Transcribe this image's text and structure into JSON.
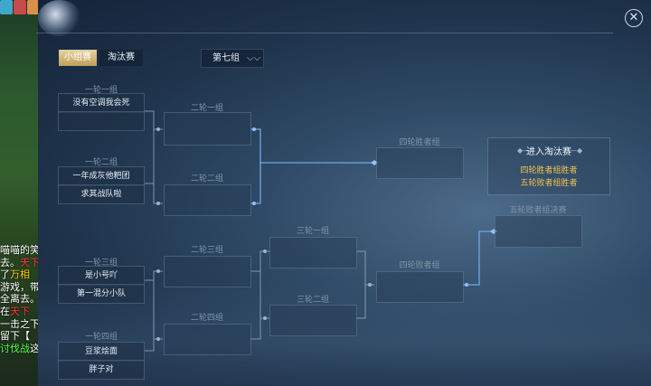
{
  "background_chat": [
    {
      "segments": [
        {
          "text": "喵喵的笑声",
          "c": ""
        }
      ]
    },
    {
      "segments": [
        {
          "text": "去。",
          "c": ""
        },
        {
          "text": "天下",
          "c": "r"
        }
      ]
    },
    {
      "segments": [
        {
          "text": "了",
          "c": ""
        },
        {
          "text": "万相",
          "c": "y"
        }
      ]
    },
    {
      "segments": [
        {
          "text": "游戏，带领",
          "c": ""
        }
      ]
    },
    {
      "segments": [
        {
          "text": "全离去。",
          "c": ""
        }
      ]
    },
    {
      "segments": [
        {
          "text": "在",
          "c": ""
        },
        {
          "text": "天下",
          "c": "r"
        }
      ]
    },
    {
      "segments": [
        {
          "text": "一击之下",
          "c": ""
        }
      ]
    },
    {
      "segments": [
        {
          "text": "留下【",
          "c": ""
        },
        {
          "text": "",
          "c": ""
        }
      ]
    },
    {
      "segments": [
        {
          "text": "讨伐战",
          "c": "g"
        },
        {
          "text": "这场",
          "c": ""
        }
      ]
    }
  ],
  "tabs": [
    {
      "label": "小组赛",
      "active": true
    },
    {
      "label": "淘汰赛",
      "active": false
    }
  ],
  "group_select": {
    "value": "第七组"
  },
  "round1": {
    "groups": [
      {
        "label": "一轮一组",
        "teams": [
          "没有空调我会死",
          ""
        ]
      },
      {
        "label": "一轮二组",
        "teams": [
          "一年成灰他粑团",
          "求其战队啦"
        ]
      },
      {
        "label": "一轮三组",
        "teams": [
          "是小号吖",
          "第一混分小队"
        ]
      },
      {
        "label": "一轮四组",
        "teams": [
          "豆浆烩面",
          "胖子对"
        ]
      }
    ]
  },
  "round2": {
    "labels": [
      "二轮一组",
      "二轮二组",
      "二轮三组",
      "二轮四组"
    ]
  },
  "round3": {
    "labels": [
      "三轮一组",
      "三轮二组"
    ]
  },
  "round4": {
    "winner_label": "四轮胜者组",
    "loser_label": "四轮败者组"
  },
  "round5": {
    "loser_final_label": "五轮败者组决赛"
  },
  "advance": {
    "title": "进入淘汰赛",
    "line1": "四轮胜者组胜者",
    "line2": "五轮败者组胜者"
  },
  "colors": {
    "accent_line": "#6fa7e6",
    "line": "#9fb3c7",
    "gold": "#f0c44c",
    "tab_active": "#d8bd7f"
  }
}
